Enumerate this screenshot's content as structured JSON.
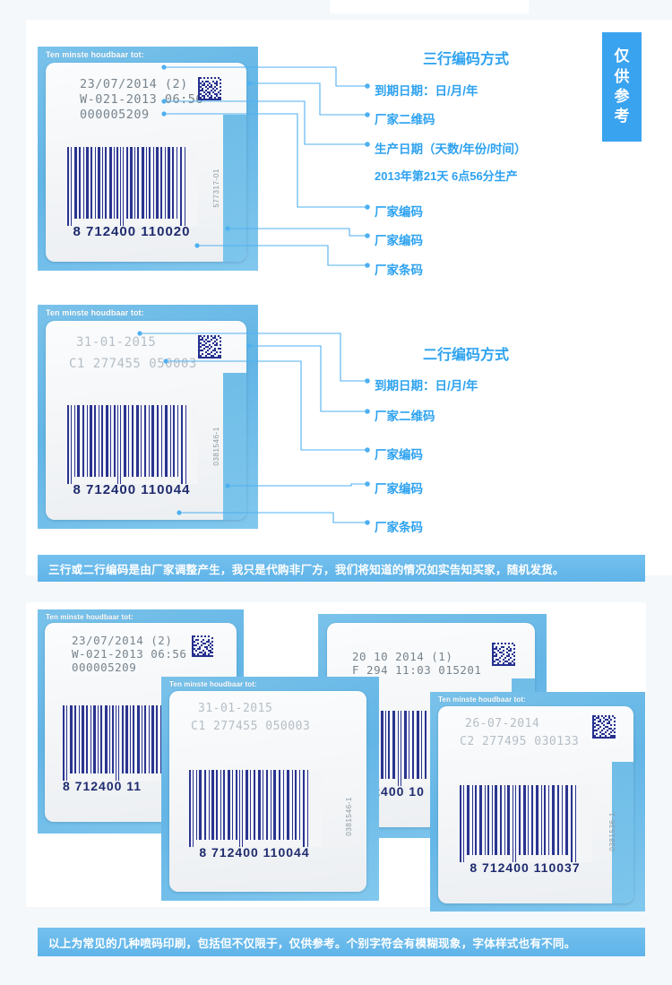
{
  "page": {
    "background": "#f4f8fb",
    "panel_bg": "#ffffff",
    "accent_blue": "#2da2f0",
    "label_blue": "#63b5e6",
    "banner_blue": "#5fb4e9",
    "barcode_navy": "#1f2b6e"
  },
  "badge": {
    "name": "reference-only-badge",
    "chars": [
      "仅",
      "供",
      "参",
      "考"
    ]
  },
  "section_three_line": {
    "title": "三行编码方式",
    "label": {
      "dutch_caption": "Ten minste houdbaar tot:",
      "jet_line_1": "23/07/2014  (2)",
      "jet_line_2": "W-021-2013 06:56",
      "jet_line_3": "000005209",
      "side_code": "577317-01",
      "barcode_number": "8 712400 110020",
      "datamatrix_name": "datamatrix-code"
    },
    "annotations": [
      {
        "label": "到期日期：日/月/年"
      },
      {
        "label": "厂家二维码"
      },
      {
        "label": "生产日期（天数/年份/时间）"
      },
      {
        "label": "厂家编码"
      },
      {
        "label": "厂家编码"
      },
      {
        "label": "厂家条码"
      }
    ],
    "annotation_sub": "2013年第21天 6点56分生产"
  },
  "section_two_line": {
    "title": "二行编码方式",
    "label": {
      "dutch_caption": "Ten minste houdbaar tot:",
      "jet_line_1": "31-01-2015",
      "jet_line_2": "C1 277455 050003",
      "side_code": "0381546-1",
      "barcode_number": "8 712400 110044",
      "datamatrix_name": "datamatrix-code"
    },
    "annotations": [
      {
        "label": "到期日期：日/月/年"
      },
      {
        "label": "厂家二维码"
      },
      {
        "label": "厂家编码"
      },
      {
        "label": "厂家编码"
      },
      {
        "label": "厂家条码"
      }
    ]
  },
  "banner_middle": {
    "text": "三行或二行编码是由厂家调整产生，我只是代购非厂方，我们将知道的情况如实告知买家，随机发货。"
  },
  "banner_bottom": {
    "text": "以上为常见的几种喷码印刷，包括但不仅限于，仅供参考。个别字符会有模糊现象，字体样式也有不同。"
  },
  "gallery": {
    "labels": [
      {
        "name": "gallery-label-1",
        "dutch_caption": "Ten minste houdbaar tot:",
        "jet_line_1": "23/07/2014  (2)",
        "jet_line_2": "W-021-2013 06:56",
        "jet_line_3": "000005209",
        "barcode_number": "8 712400 11",
        "side_code": ""
      },
      {
        "name": "gallery-label-2",
        "dutch_caption": "Ten minste houdbaar tot:",
        "jet_line_1": "31-01-2015",
        "jet_line_2": "C1 277455 050003",
        "jet_line_3": "",
        "barcode_number": "8 712400 110044",
        "side_code": "0381546-1"
      },
      {
        "name": "gallery-label-3",
        "dutch_caption": "",
        "jet_line_1": "20 10 2014 (1)",
        "jet_line_2": "F 294 11:03 015201",
        "jet_line_3": "",
        "barcode_number": "8 712400 10",
        "side_code": ""
      },
      {
        "name": "gallery-label-4",
        "dutch_caption": "Ten minste houdbaar tot:",
        "jet_line_1": "26-07-2014",
        "jet_line_2": "C2 277495 030133",
        "jet_line_3": "",
        "barcode_number": "8 712400 110037",
        "side_code": "0381536-1"
      }
    ]
  }
}
